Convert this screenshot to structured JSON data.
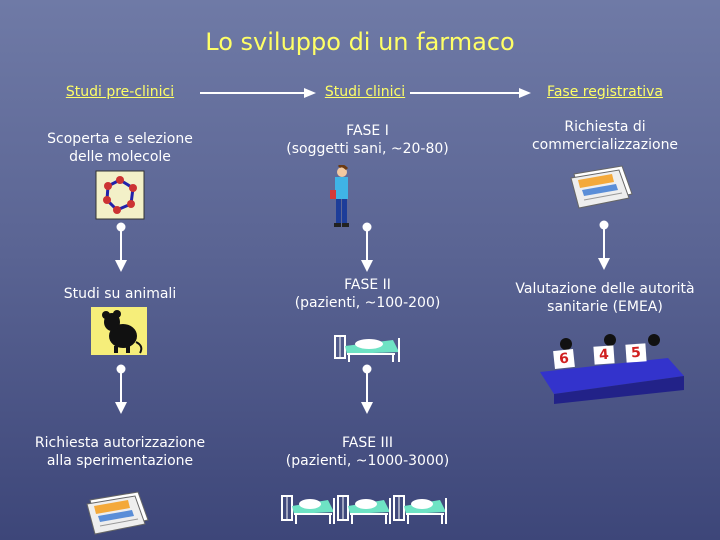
{
  "title": "Lo sviluppo di un farmaco",
  "columns": {
    "preclinical": "Studi pre-clinici",
    "clinical": "Studi clinici",
    "registration": "Fase registrativa"
  },
  "preclinical_steps": [
    "Scoperta e selezione\ndelle molecole",
    "Studi su animali",
    "Richiesta autorizzazione\nalla sperimentazione"
  ],
  "clinical_steps": [
    "FASE I\n(soggetti sani, ~20-80)",
    "FASE II\n(pazienti, ~100-200)",
    "FASE III\n(pazienti, ~1000-3000)"
  ],
  "registration_steps": [
    "Richiesta di\ncommercializzazione",
    "Valutazione delle autorità\nsanitarie (EMEA)"
  ],
  "score_cards": [
    "6",
    "4",
    "5"
  ],
  "colors": {
    "title": "#ffff66",
    "text": "#ffffff",
    "arrow": "#ffffff",
    "table": "#3333cc"
  }
}
